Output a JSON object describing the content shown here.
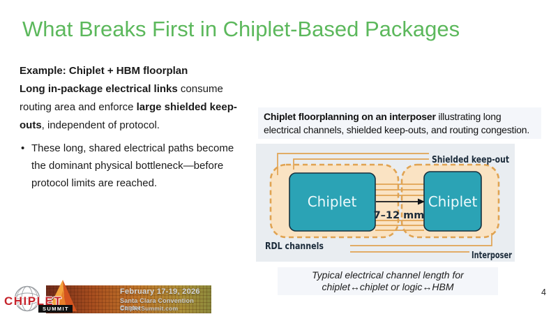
{
  "title": "What Breaks First in Chiplet-Based Packages",
  "page_number": "4",
  "left_column": {
    "heading": "Example: Chiplet + HBM floorplan",
    "paragraph_runs": [
      "Long in-package electrical links",
      " consume routing area and enforce ",
      "large shielded keep-outs",
      ", independent of protocol."
    ],
    "bullet": "These long, shared electrical paths become the dominant physical bottleneck—before protocol limits are reached."
  },
  "figure": {
    "caption_bold": "Chiplet floorplanning on an interposer",
    "caption_rest": " illustrating long electrical channels, shielded keep-outs, and routing congestion.",
    "labels": {
      "chiplet_left": "Chiplet",
      "chiplet_right": "Chiplet",
      "distance": "7–12 mm",
      "shielded_keepout": "Shielded keep-out",
      "rdl_channels": "RDL channels",
      "interposer": "Interposer"
    },
    "subcaption_line1": "Typical electrical channel length for",
    "subcaption_line2": "chiplet↔chiplet or logic↔HBM",
    "colors": {
      "panel_bg": "#e9edf1",
      "caption_bg": "#f4f6fa",
      "keepout_fill": "#fae3c3",
      "keepout_stroke": "#e0a352",
      "chiplet_fill": "#2ba3b5",
      "chiplet_stroke": "#17313f",
      "label_text": "#1b2b3a"
    }
  },
  "footer": {
    "logo_brand": "CHIPLET",
    "logo_sub": "SUMMIT",
    "banner_line1": "February 17-19, 2026",
    "banner_line2": "Santa Clara Convention Center",
    "banner_line3": "ChipletSummit.com"
  },
  "theme": {
    "title_color": "#5cb85c",
    "body_text_color": "#1a1a1a"
  }
}
